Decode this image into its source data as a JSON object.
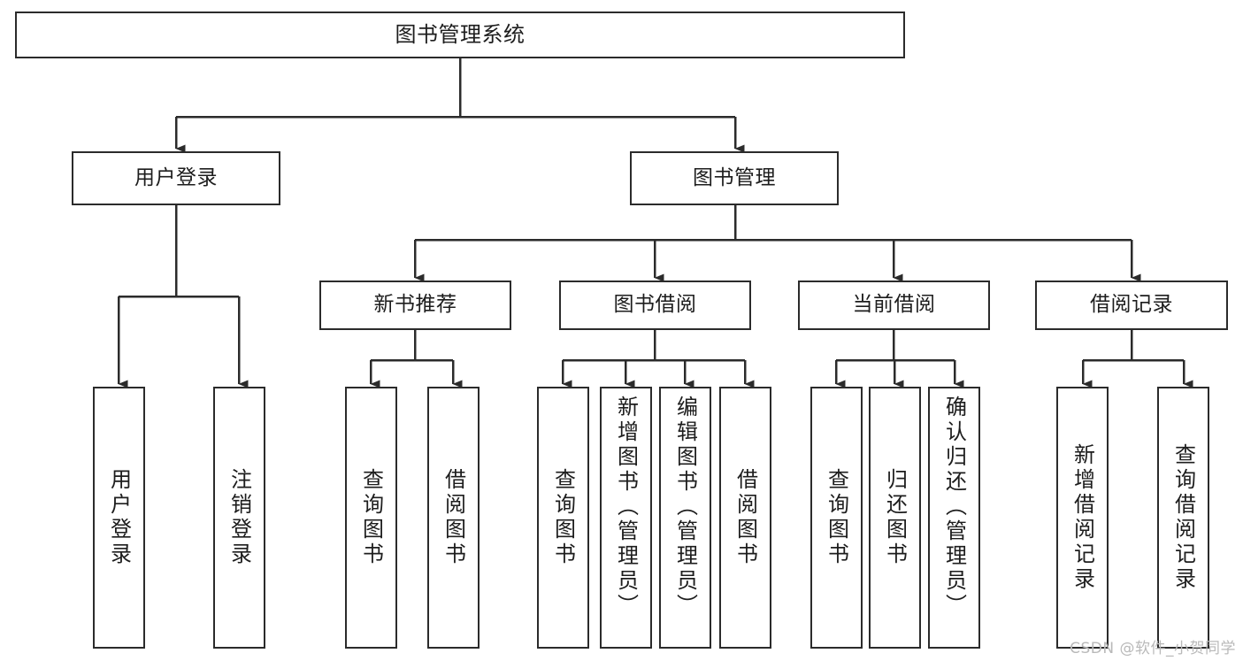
{
  "diagram": {
    "title": "图书管理系统",
    "type": "tree-hierarchy-chart",
    "watermark": "CSDN @软件_小贺同学",
    "colors": {
      "stroke": "#2b2b2b",
      "fill": "#ffffff",
      "text": "#1d1d1d",
      "watermark": "#b9b9b9"
    },
    "nodes": {
      "root": {
        "label": "图书管理系统"
      },
      "level2": [
        {
          "label": "用户登录"
        },
        {
          "label": "图书管理"
        }
      ],
      "level3": [
        {
          "label": "新书推荐"
        },
        {
          "label": "图书借阅"
        },
        {
          "label": "当前借阅"
        },
        {
          "label": "借阅记录"
        }
      ],
      "leaves": {
        "user_login": [
          {
            "label": "用户登录"
          },
          {
            "label": "注销登录"
          }
        ],
        "new_book": [
          {
            "label": "查询图书"
          },
          {
            "label": "借阅图书"
          }
        ],
        "book_borrow": [
          {
            "label": "查询图书"
          },
          {
            "label": "新增图书（管理员）"
          },
          {
            "label": "编辑图书（管理员）"
          },
          {
            "label": "借阅图书"
          }
        ],
        "current_borrow": [
          {
            "label": "查询图书"
          },
          {
            "label": "归还图书"
          },
          {
            "label": "确认归还（管理员）"
          }
        ],
        "borrow_record": [
          {
            "label": "新增借阅记录"
          },
          {
            "label": "查询借阅记录"
          }
        ]
      }
    }
  }
}
